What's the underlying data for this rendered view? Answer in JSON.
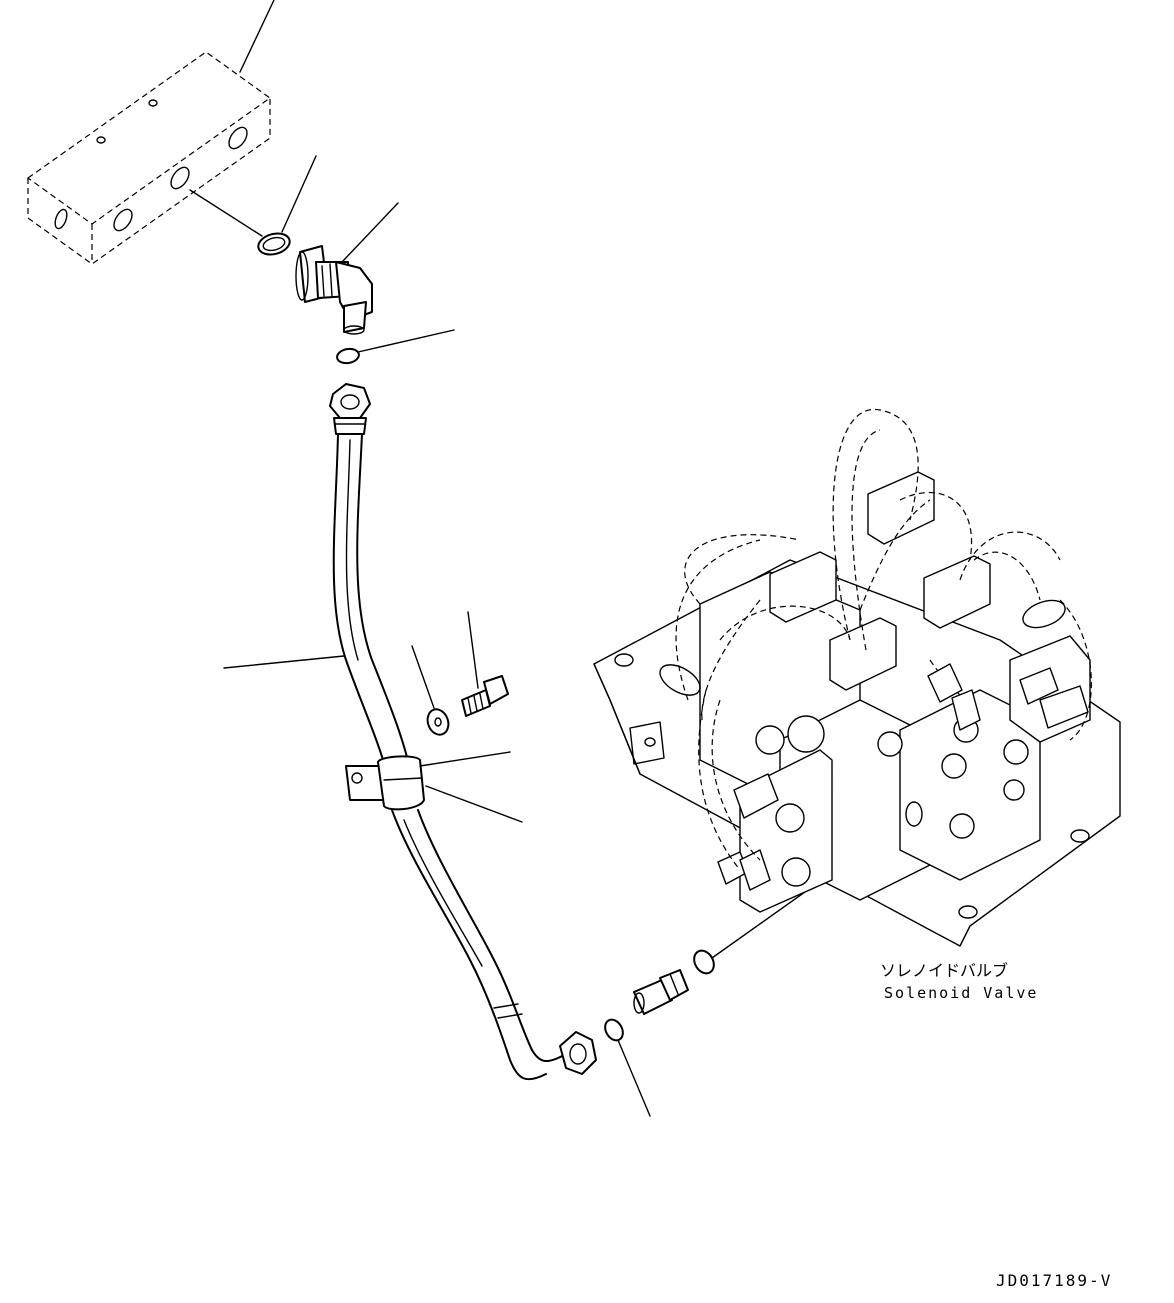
{
  "labels": {
    "solenoid_valve_jp": "ソレノイドバルブ",
    "solenoid_valve_en": "Solenoid Valve",
    "drawing_number": "JD017189-V"
  }
}
